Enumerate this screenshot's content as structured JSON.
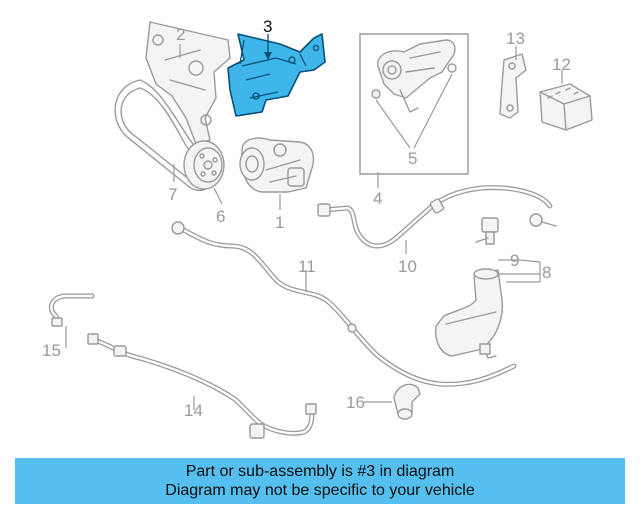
{
  "diagram": {
    "highlight_color": "#3fb6ea",
    "callouts": {
      "c1": "1",
      "c2": "2",
      "c3": "3",
      "c4": "4",
      "c5": "5",
      "c6": "6",
      "c7": "7",
      "c8": "8",
      "c9": "9",
      "c10": "10",
      "c11": "11",
      "c12": "12",
      "c13": "13",
      "c14": "14",
      "c15": "15",
      "c16": "16"
    }
  },
  "banner": {
    "line1": "Part or sub-assembly is #3 in diagram",
    "line2": "Diagram may not be specific to your vehicle",
    "color": "#55c0ef"
  }
}
